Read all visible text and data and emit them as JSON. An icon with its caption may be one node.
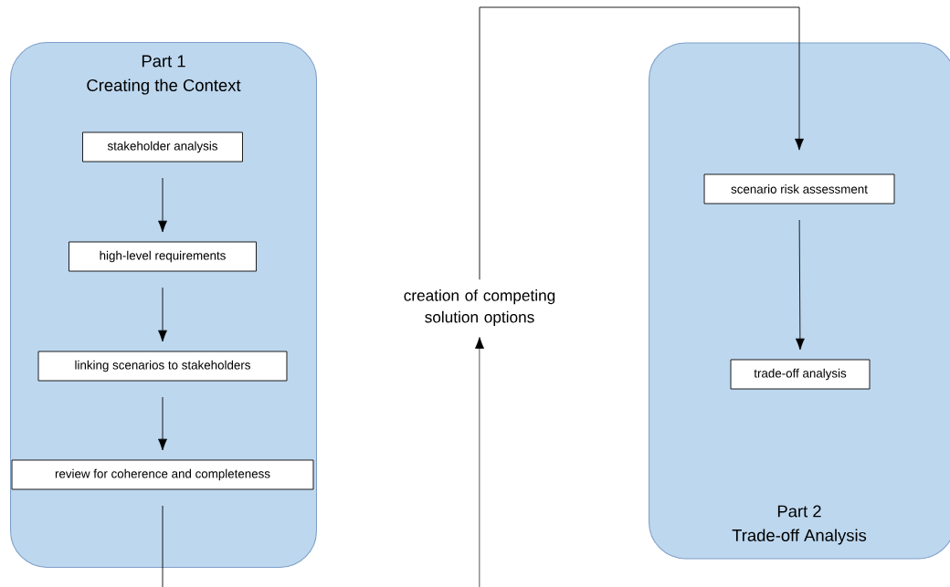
{
  "diagram": {
    "nodes": [
      {
        "text": [
          "Part 1",
          "Creating the Context"
        ]
      },
      {
        "text": [
          "stakeholder analysis"
        ],
        "in": 0
      },
      {
        "text": [
          "high-level requirements"
        ],
        "in": 0
      },
      {
        "text": [
          "linking scenarios to stakeholders"
        ],
        "in": 0
      },
      {
        "text": [
          "review for coherence and completeness"
        ],
        "in": 0
      },
      {
        "text": [
          "creation of competing solution options"
        ]
      },
      {
        "text": [
          "Part 2",
          "Trade-off Analysis"
        ]
      },
      {
        "text": [
          "scenario risk assessment"
        ],
        "in": 6
      },
      {
        "text": [
          "trade-off analysis"
        ],
        "in": 6
      }
    ],
    "edges": [
      {
        "from": 1,
        "to": 2,
        "arrow": "to"
      },
      {
        "from": 2,
        "to": 3,
        "arrow": "to"
      },
      {
        "from": 3,
        "to": 4,
        "arrow": "to"
      },
      {
        "from": 4,
        "to": 5,
        "arrow": "to"
      },
      {
        "from": 5,
        "to": 7,
        "arrow": "to"
      },
      {
        "from": 7,
        "to": 8,
        "arrow": "to"
      }
    ]
  }
}
